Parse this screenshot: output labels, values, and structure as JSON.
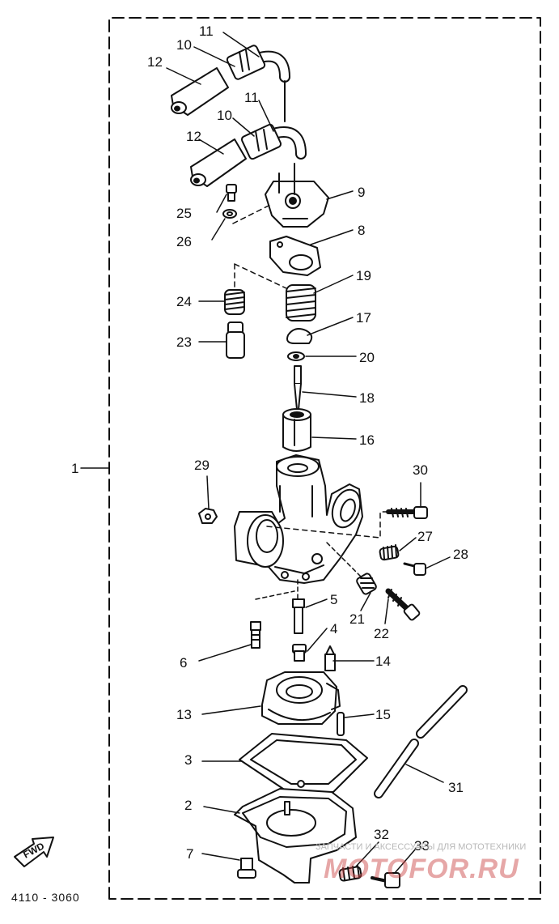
{
  "diagram": {
    "catalog_code": "4110 - 3060",
    "fwd_label": "FWD",
    "watermark_text": "ЗАПЧАСТИ И АКСЕССУАРЫ ДЛЯ МОТОТЕХНИКИ",
    "watermark_logo": "MOTOFOR.RU",
    "colors": {
      "line": "#111111",
      "watermark": "#c83c3c"
    },
    "callouts": {
      "c1": "1",
      "c2": "2",
      "c3": "3",
      "c4": "4",
      "c5": "5",
      "c6": "6",
      "c7": "7",
      "c8": "8",
      "c9": "9",
      "c10a": "10",
      "c10b": "10",
      "c11a": "11",
      "c11b": "11",
      "c12a": "12",
      "c12b": "12",
      "c13": "13",
      "c14": "14",
      "c15": "15",
      "c16": "16",
      "c17": "17",
      "c18": "18",
      "c19": "19",
      "c20": "20",
      "c21": "21",
      "c22": "22",
      "c23": "23",
      "c24": "24",
      "c25": "25",
      "c26": "26",
      "c27": "27",
      "c28": "28",
      "c29": "29",
      "c30": "30",
      "c31": "31",
      "c32": "32",
      "c33": "33"
    }
  }
}
